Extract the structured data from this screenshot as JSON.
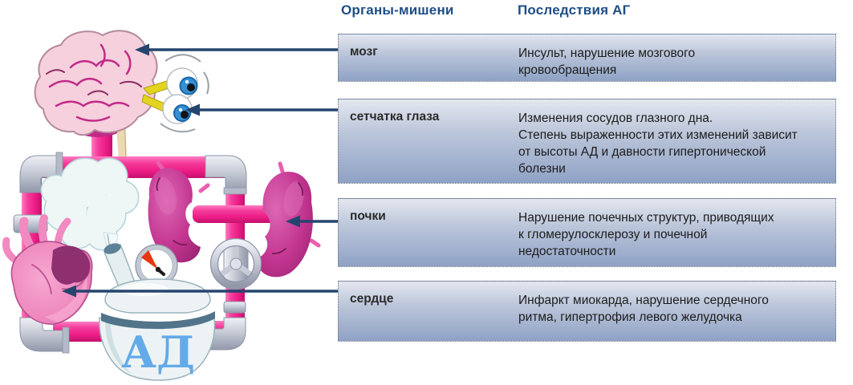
{
  "header": {
    "organs_column": "Органы-мишени",
    "consequences_column": "Последствия АГ"
  },
  "table": {
    "rows": [
      {
        "organ": "мозг",
        "consequence": "Инсульт, нарушение мозгового\nкровообращения"
      },
      {
        "organ": "сетчатка глаза",
        "consequence": "Изменения сосудов глазного дна.\nСтепень выраженности этих изменений зависит\nот высоты АД и давности гипертонической\nболезни"
      },
      {
        "organ": "почки",
        "consequence": "Нарушение почечных структур, приводящих\nк гломерулосклерозу и почечной\nнедостаточности"
      },
      {
        "organ": "сердце",
        "consequence": "Инфаркт миокарда, нарушение сердечного\nритма, гипертрофия левого желудочка"
      }
    ]
  },
  "diagram": {
    "vessel_label": "АД",
    "icons": [
      "brain-icon",
      "eyes-icon",
      "kidneys-icon",
      "heart-icon",
      "steam-cloud-icon",
      "pressure-gauge-icon",
      "valve-wheel-icon",
      "pressure-vessel-icon",
      "pipe-network",
      "arrow-to-brain",
      "arrow-to-retina",
      "arrow-to-kidneys",
      "arrow-to-heart"
    ]
  },
  "colors": {
    "header_text": "#1d4e87",
    "arrow": "#24456e",
    "pipe_pink": "#ee1e86",
    "kidney_magenta": "#c23590",
    "row_gradient_top": "#e3e7ef",
    "row_gradient_bottom": "#8fa2c5",
    "vessel_label_blue": "#63aae9"
  }
}
